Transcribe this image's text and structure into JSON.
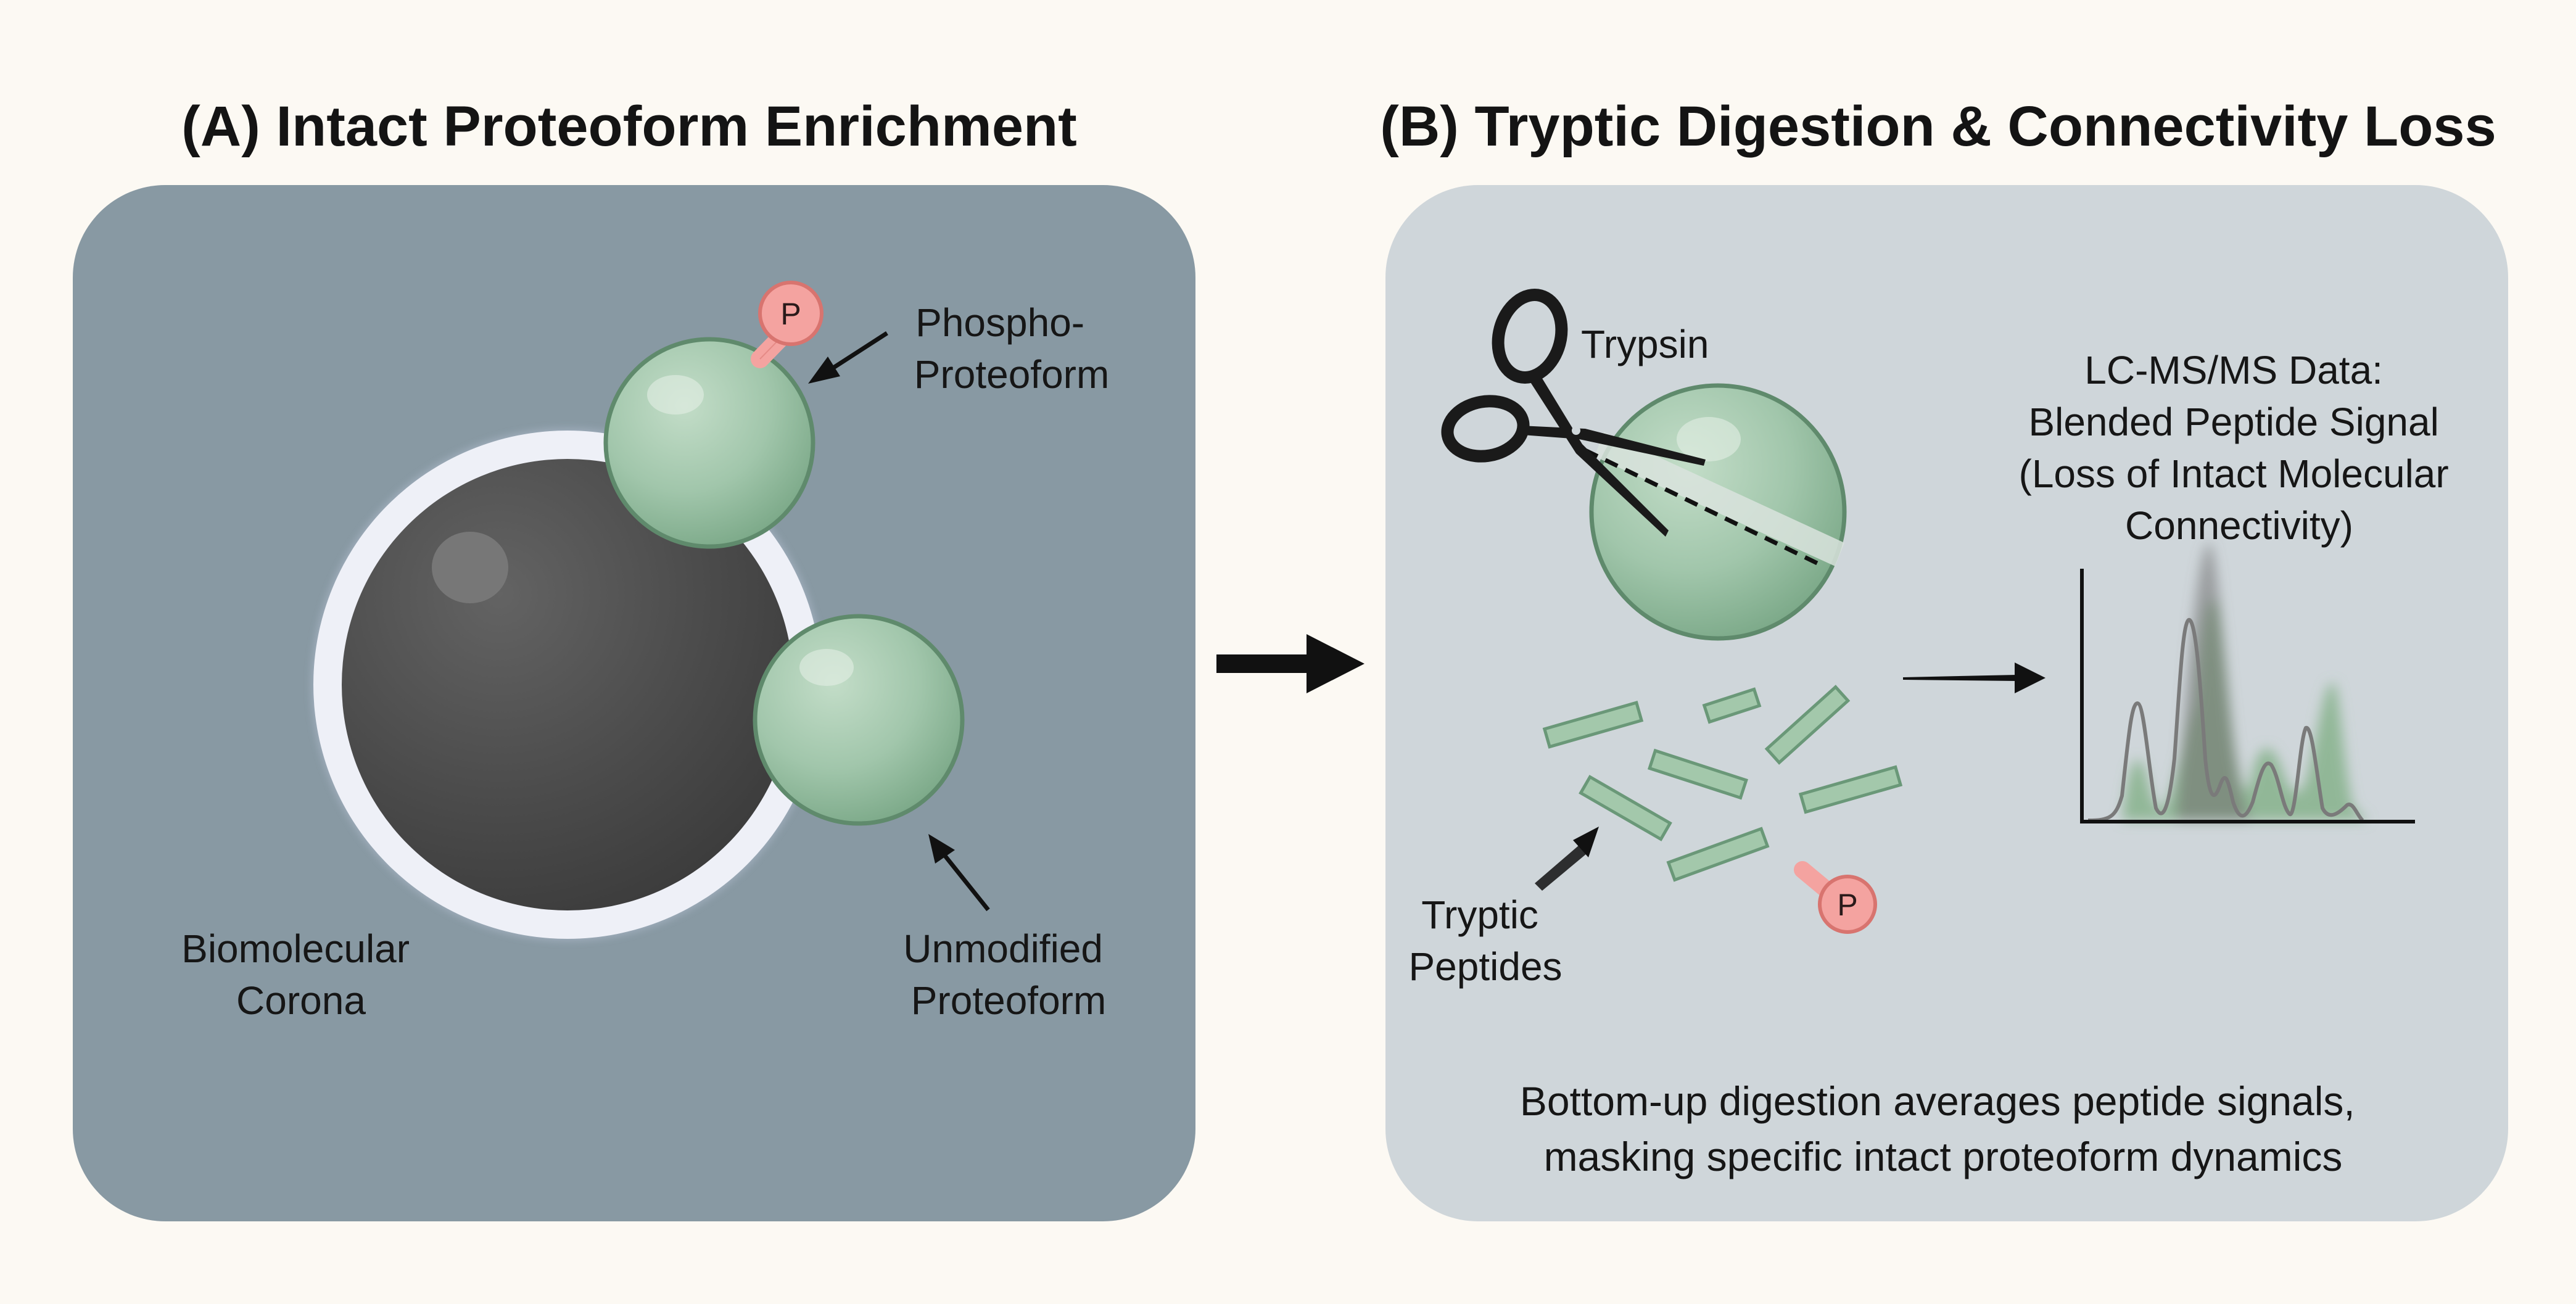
{
  "panel_a": {
    "title": "(A) Intact Proteoform Enrichment",
    "corona_label": [
      "Biomolecular",
      "Corona"
    ],
    "phospho_label": [
      "Phospho-",
      "Proteoform"
    ],
    "unmodified_label": [
      "Unmodified",
      "Proteoform"
    ],
    "phosphate_symbol": "P"
  },
  "panel_b": {
    "title": "(B) Tryptic Digestion & Connectivity Loss",
    "enzyme_label": "Trypsin",
    "peptides_label": [
      "Tryptic",
      "Peptides"
    ],
    "data_label": [
      "LC-MS/MS Data:",
      "Blended Peptide Signal",
      "(Loss of Intact Molecular",
      "Connectivity)"
    ],
    "phosphate_symbol": "P",
    "caption": [
      "Bottom-up digestion averages peptide signals,",
      "masking specific intact proteoform dynamics"
    ]
  },
  "colors": {
    "background": "#fcf9f3",
    "panel_a_bg": "#8899a3",
    "panel_b_bg": "#cfd6da",
    "protein_green": "#9fc4a8",
    "phosphate_pink": "#f4a3a0",
    "nanoparticle": "#4a4a4a"
  },
  "icons": [
    "nanoparticle",
    "protein-sphere",
    "phosphate-tag",
    "scissors-icon",
    "peptide-fragment",
    "chromatogram",
    "arrow"
  ]
}
